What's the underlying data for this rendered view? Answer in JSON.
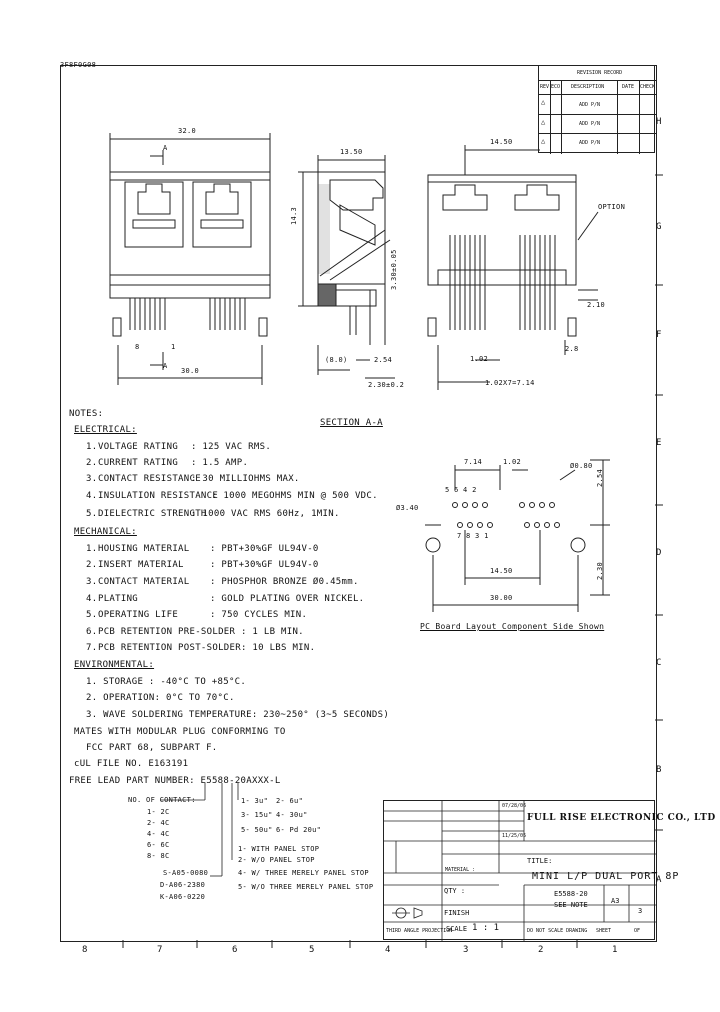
{
  "header_code": "3F8F0G08",
  "revision": {
    "title": "REVISION RECORD",
    "headers": [
      "REV",
      "ECO",
      "DESCRIPTION",
      "DATE",
      "CHECK"
    ],
    "rows": [
      {
        "desc": "ADD P/N"
      },
      {
        "desc": "ADD P/N"
      },
      {
        "desc": "ADD P/N"
      }
    ]
  },
  "zones_right": [
    "H",
    "G",
    "F",
    "E",
    "D",
    "C",
    "B",
    "A"
  ],
  "zones_bottom": [
    "8",
    "7",
    "6",
    "5",
    "4",
    "3",
    "2",
    "1"
  ],
  "dims": {
    "front_width": "32.0",
    "front_bottom": "30.0",
    "section_a": "A",
    "pin8": "8",
    "pin1": "1",
    "side_width": "13.50",
    "side_height": "14.3",
    "side_bottom1": "(8.0)",
    "side_bottom2": "2.54",
    "side_bottom3": "2.30±0.2",
    "side_vert": "3.30±0.05",
    "right_top": "14.50",
    "option": "OPTION",
    "right_210": "2.10",
    "right_28": "2.8",
    "right_102": "1.02",
    "right_pitch": "1.02X7=7.14",
    "section_label": "SECTION A-A"
  },
  "pcb": {
    "top_714": "7.14",
    "top_102": "1.02",
    "hole_080": "Ø0.80",
    "right_254": "2.54",
    "right_230": "2.30",
    "left_340": "Ø3.40",
    "row_top": "5 6 4 2",
    "row_bot": "7 8 3 1",
    "mid_1450": "14.50",
    "bot_3000": "30.00",
    "caption": "PC Board Layout Component Side Shown"
  },
  "notes": {
    "title": "NOTES:",
    "electrical_head": "ELECTRICAL:",
    "electrical": [
      {
        "n": "1.",
        "k": "VOLTAGE RATING",
        "v": ": 125 VAC RMS."
      },
      {
        "n": "2.",
        "k": "CURRENT RATING",
        "v": ": 1.5 AMP."
      },
      {
        "n": "3.",
        "k": "CONTACT RESISTANCE",
        "v": ": 30 MILLIOHMS MAX."
      },
      {
        "n": "4.",
        "k": "INSULATION RESISTANCE",
        "v": ": 1000 MEGOHMS MIN @ 500 VDC."
      },
      {
        "n": "5.",
        "k": "DIELECTRIC STRENGTH",
        "v": ": 1000 VAC RMS 60Hz, 1MIN."
      }
    ],
    "mechanical_head": "MECHANICAL:",
    "mechanical": [
      {
        "n": "1.",
        "k": "HOUSING MATERIAL",
        "v": ": PBT+30%GF UL94V-0"
      },
      {
        "n": "2.",
        "k": "INSERT MATERIAL",
        "v": ": PBT+30%GF UL94V-0"
      },
      {
        "n": "3.",
        "k": "CONTACT MATERIAL",
        "v": ": PHOSPHOR BRONZE Ø0.45mm."
      },
      {
        "n": "4.",
        "k": "PLATING",
        "v": ": GOLD PLATING OVER NICKEL."
      },
      {
        "n": "5.",
        "k": "OPERATING LIFE",
        "v": ": 750 CYCLES MIN."
      },
      {
        "n": "6.",
        "k": "PCB RETENTION PRE-SOLDER",
        "v": ": 1 LB MIN."
      },
      {
        "n": "7.",
        "k": "PCB RETENTION POST-SOLDER",
        "v": ": 10 LBS MIN."
      }
    ],
    "environmental_head": "ENVIRONMENTAL:",
    "environmental": [
      "1. STORAGE : -40°C TO +85°C.",
      "2. OPERATION: 0°C TO 70°C.",
      "3. WAVE SOLDERING TEMPERATURE: 230~250° (3~5 SECONDS)"
    ],
    "mates1": "MATES WITH MODULAR PLUG CONFORMING TO",
    "mates2": "FCC PART 68, SUBPART F.",
    "cul": "cUL FILE NO. E163191",
    "free_lead": "FREE LEAD PART NUMBER: E5588-20AXXX-L",
    "contact_head": "NO. OF CONTACT:",
    "contacts": [
      "1- 2C",
      "2- 4C",
      "4- 4C",
      "6- 6C",
      "8- 8C"
    ],
    "plating": [
      "1- 3u\"",
      "2- 6u\"",
      "3- 15u\"",
      "4- 30u\"",
      "5- 50u\"",
      "6- Pd 20u\""
    ],
    "stops": [
      "1- WITH PANEL STOP",
      "2- W/O PANEL STOP",
      "4- W/ THREE MERELY PANEL STOP",
      "5- W/O THREE MERELY PANEL STOP"
    ],
    "codes": [
      "S-A05-0080",
      "D-A06-2380",
      "K-A06-0220"
    ]
  },
  "title_block": {
    "company": "FULL RISE ELECTRONIC CO., LTD",
    "title_label": "TITLE:",
    "title": "MINI L/P DUAL PORT 8P",
    "drawing_no": "E5588-20",
    "see_note": "SEE NOTE",
    "size": "A3",
    "rev": "3",
    "scale_label": "SCALE",
    "scale": "1 : 1",
    "third_angle": "THIRD ANGLE PROJECTION",
    "do_not_scale": "DO NOT SCALE DRAWING",
    "sheet": "SHEET",
    "of": "OF",
    "qty": "QTY :",
    "finish": "FINISH",
    "material": "MATERIAL :",
    "date1": "07/28/06",
    "date2": "11/25/05"
  }
}
